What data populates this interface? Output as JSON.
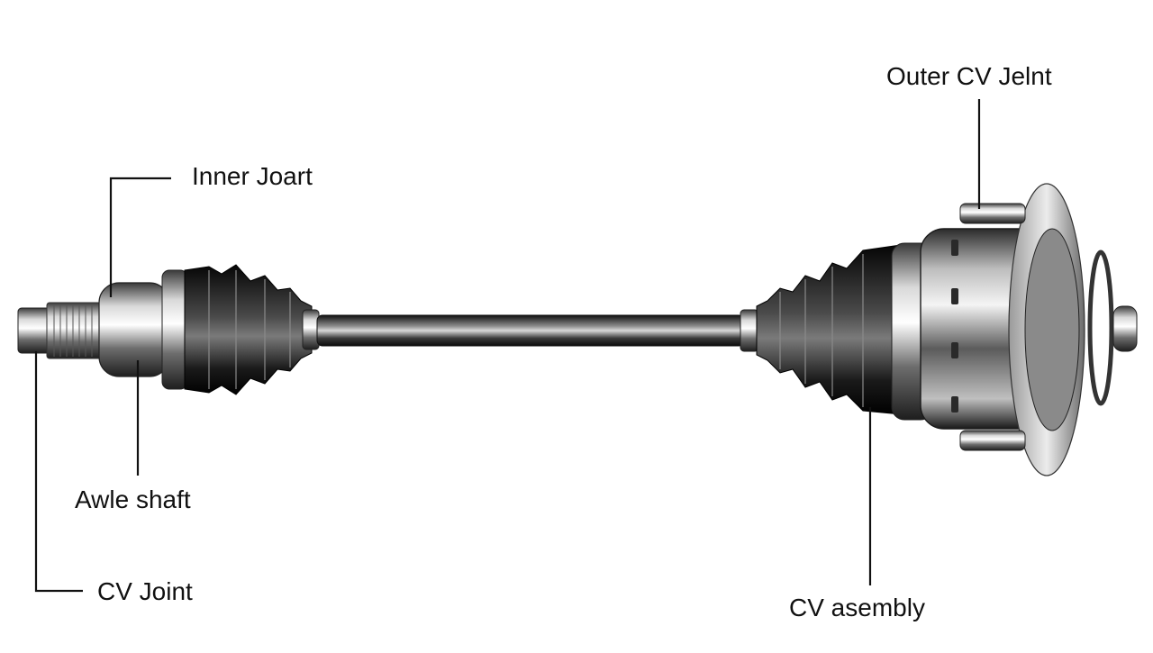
{
  "diagram": {
    "labels": {
      "inner_joint": "Inner Joart",
      "outer_cv_joint": "Outer CV Jelnt",
      "axle_shaft": "Awle shaft",
      "cv_joint": "CV Joint",
      "cv_assembly": "CV asembly"
    }
  }
}
